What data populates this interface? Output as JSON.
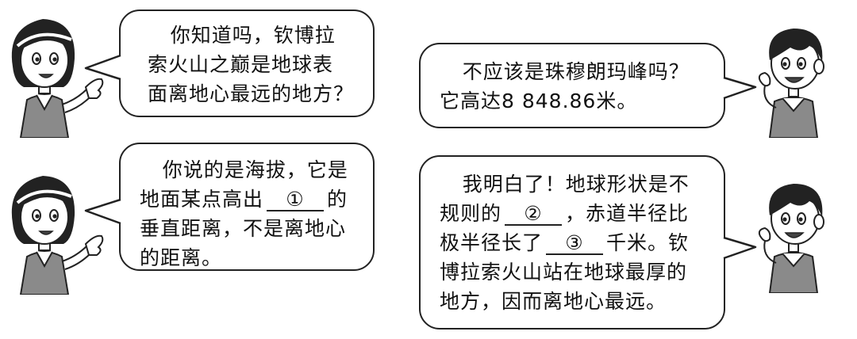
{
  "dialogue": [
    {
      "speaker": "girl",
      "lines": [
        "你知道吗，钦博拉",
        "索火山之巅是地球表",
        "面离地心最远的地方？"
      ]
    },
    {
      "speaker": "boy",
      "lines": [
        "不应该是珠穆朗玛峰吗？",
        "它高达8 848.86米。"
      ]
    },
    {
      "speaker": "girl",
      "line1": "你说的是海拔，它是",
      "line2_pre": "地面某点高出",
      "blank1": "①",
      "line2_post": "的",
      "line3": "垂直距离，不是离地心",
      "line4": "的距离。"
    },
    {
      "speaker": "boy",
      "line1": "我明白了！地球形状是不",
      "line2_pre": "规则的",
      "blank2": "②",
      "line2_post": "，赤道半径比",
      "line3_pre": "极半径长了",
      "blank3": "③",
      "line3_post": "千米。钦",
      "line4": "博拉索火山站在地球最厚的",
      "line5": "地方，因而离地心最远。"
    }
  ]
}
